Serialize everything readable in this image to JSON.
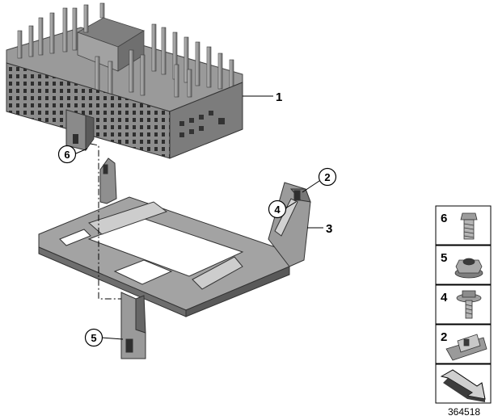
{
  "diagram_id": "364518",
  "labels": {
    "module": "1",
    "bracket": "3"
  },
  "callouts": {
    "c6": "6",
    "c5": "5",
    "c4": "4",
    "c2": "2"
  },
  "legend": [
    {
      "number": "6",
      "part": "bolt-icon"
    },
    {
      "number": "5",
      "part": "hex-nut-icon"
    },
    {
      "number": "4",
      "part": "flange-screw-icon"
    },
    {
      "number": "2",
      "part": "spring-clip-icon"
    }
  ],
  "colors": {
    "part_fill": "#8e8e8e",
    "part_dark": "#5f5f5f",
    "part_light": "#c4c4c4",
    "line": "#000000"
  }
}
